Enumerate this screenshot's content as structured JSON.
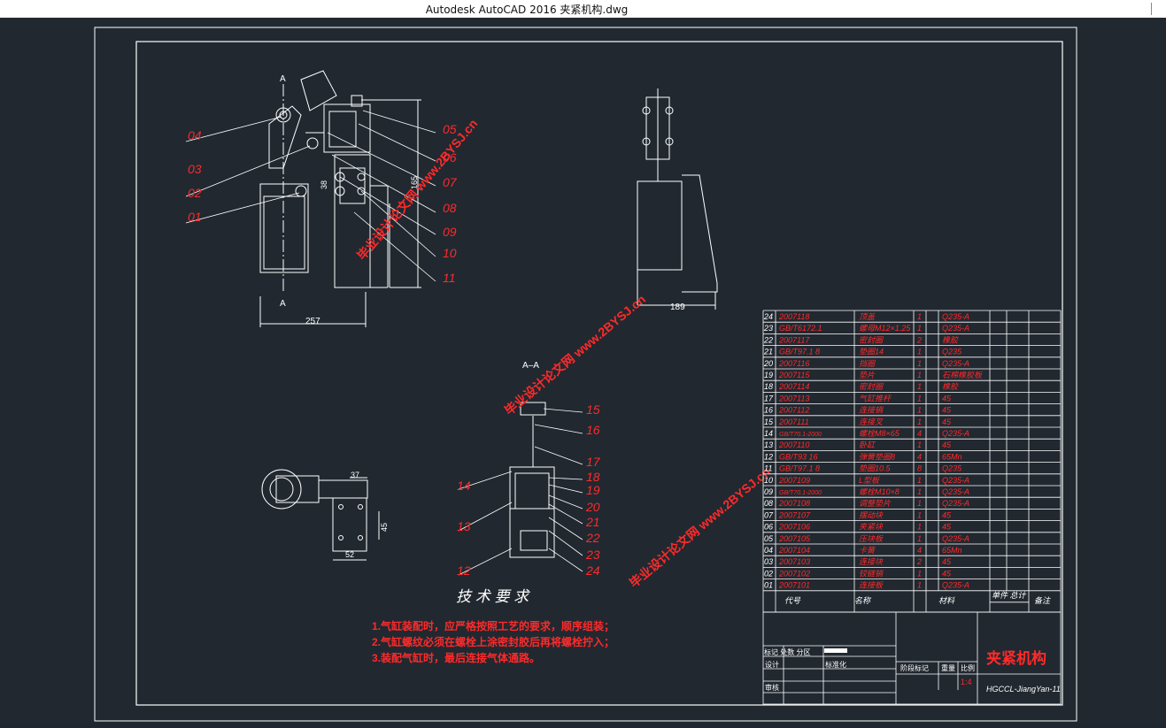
{
  "window": {
    "title": "Autodesk AutoCAD 2016     夹紧机构.dwg"
  },
  "colors": {
    "background": "#212830",
    "line": "#ffffff",
    "red": "#ff2a2a"
  },
  "drawing": {
    "section_label_a": "A",
    "section_title": "A–A",
    "dimensions": {
      "width_257": "257",
      "width_189": "189",
      "dim_37": "37",
      "dim_45": "45",
      "dim_52": "52",
      "dim_38": "38",
      "dim_165": "165"
    },
    "balloons": [
      "01",
      "02",
      "03",
      "04",
      "05",
      "06",
      "07",
      "08",
      "09",
      "10",
      "11",
      "12",
      "13",
      "14",
      "15",
      "16",
      "17",
      "18",
      "19",
      "20",
      "21",
      "22",
      "23",
      "24"
    ],
    "watermark": "毕业设计论文网  www.2BYSJ.cn",
    "tech_title": "技 术 要 求",
    "tech_notes": [
      "1.气缸装配时，应严格按照工艺的要求，顺序组装；",
      "2.气缸螺纹必须在螺栓上涂密封胶后再将螺栓拧入；",
      "3.装配气缸时，最后连接气体通路。"
    ],
    "bom": [
      {
        "no": "24",
        "code": "2007118",
        "name": "顶盖",
        "qty": "1",
        "mat": "Q235-A"
      },
      {
        "no": "23",
        "code": "GB/T6172.1",
        "name": "螺母M12×1.25",
        "qty": "1",
        "mat": "Q235-A"
      },
      {
        "no": "22",
        "code": "2007117",
        "name": "密封圈",
        "qty": "2",
        "mat": "橡胶"
      },
      {
        "no": "21",
        "code": "GB/T97.1 8",
        "name": "垫圈14",
        "qty": "1",
        "mat": "Q235"
      },
      {
        "no": "20",
        "code": "2007116",
        "name": "挡圈",
        "qty": "1",
        "mat": "Q235-A"
      },
      {
        "no": "19",
        "code": "2007115",
        "name": "垫片",
        "qty": "1",
        "mat": "石棉橡胶板"
      },
      {
        "no": "18",
        "code": "2007114",
        "name": "密封圈",
        "qty": "1",
        "mat": "橡胶"
      },
      {
        "no": "17",
        "code": "2007113",
        "name": "气缸推杆",
        "qty": "1",
        "mat": "45"
      },
      {
        "no": "16",
        "code": "2007112",
        "name": "连接销",
        "qty": "1",
        "mat": "45"
      },
      {
        "no": "15",
        "code": "2007111",
        "name": "连接叉",
        "qty": "1",
        "mat": "45"
      },
      {
        "no": "14",
        "code": "GB/T70.1-2000",
        "name": "螺栓M8×65",
        "qty": "4",
        "mat": "Q235-A"
      },
      {
        "no": "13",
        "code": "2007110",
        "name": "卧缸",
        "qty": "1",
        "mat": "45"
      },
      {
        "no": "12",
        "code": "GB/T93 16",
        "name": "弹簧垫圈8",
        "qty": "4",
        "mat": "65Mn"
      },
      {
        "no": "11",
        "code": "GB/T97.1 8",
        "name": "垫圈10.5",
        "qty": "8",
        "mat": "Q235"
      },
      {
        "no": "10",
        "code": "2007109",
        "name": "L型板",
        "qty": "1",
        "mat": "Q235-A"
      },
      {
        "no": "09",
        "code": "GB/T70.1-2000",
        "name": "螺栓M10×8",
        "qty": "1",
        "mat": "Q235-A"
      },
      {
        "no": "08",
        "code": "2007108",
        "name": "调整垫片",
        "qty": "1",
        "mat": "Q235-A"
      },
      {
        "no": "07",
        "code": "2007107",
        "name": "摆动块",
        "qty": "1",
        "mat": "45"
      },
      {
        "no": "06",
        "code": "2007106",
        "name": "夹紧块",
        "qty": "1",
        "mat": "45"
      },
      {
        "no": "05",
        "code": "2007105",
        "name": "压块板",
        "qty": "1",
        "mat": "Q235-A"
      },
      {
        "no": "04",
        "code": "2007104",
        "name": "卡簧",
        "qty": "4",
        "mat": "65Mn"
      },
      {
        "no": "03",
        "code": "2007103",
        "name": "连接块",
        "qty": "2",
        "mat": "45"
      },
      {
        "no": "02",
        "code": "2007102",
        "name": "铰链销",
        "qty": "1",
        "mat": "45"
      },
      {
        "no": "01",
        "code": "2007101",
        "name": "连接板",
        "qty": "1",
        "mat": "Q235-A"
      }
    ],
    "bom_header": {
      "code": "代号",
      "name": "名称",
      "mat": "材料",
      "weight": "单件 总计",
      "remark": "备注"
    },
    "title_block": {
      "title": "夹紧机构",
      "drawing_no": "HGCCL-JiangYan-11",
      "scale": "1:4",
      "design": "设计",
      "standard": "标准化",
      "review": "审核",
      "mark_row": "标记 处数 分区",
      "stage": "阶段标记",
      "weight": "重量",
      "ratio": "比例"
    }
  }
}
